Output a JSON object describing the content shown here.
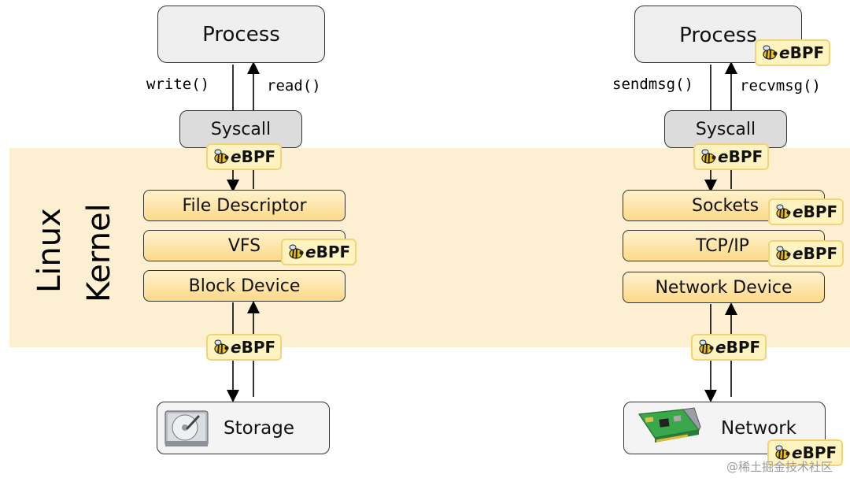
{
  "kernel": {
    "line1": "Linux",
    "line2": "Kernel",
    "band_color": "#fdf0d2"
  },
  "ebpf": {
    "badge_label": "BPF",
    "badge_prefix": "e"
  },
  "storage_stack": {
    "process": "Process",
    "write_call": "write()",
    "read_call": "read()",
    "syscall": "Syscall",
    "layers": [
      "File Descriptor",
      "VFS",
      "Block Device"
    ],
    "device": "Storage",
    "device_icon": "hard-disk-icon"
  },
  "network_stack": {
    "process": "Process",
    "send_call": "sendmsg()",
    "recv_call": "recvmsg()",
    "syscall": "Syscall",
    "layers": [
      "Sockets",
      "TCP/IP",
      "Network Device"
    ],
    "device": "Network",
    "device_icon": "network-card-icon"
  },
  "watermark": "@稀土掘金技术社区",
  "colors": {
    "process_fill": "#efefef",
    "syscall_fill": "#dcdcdc",
    "layer_fill": "#fde6a8",
    "badge_fill": "#fff3c0",
    "badge_border": "#f3d37a"
  }
}
